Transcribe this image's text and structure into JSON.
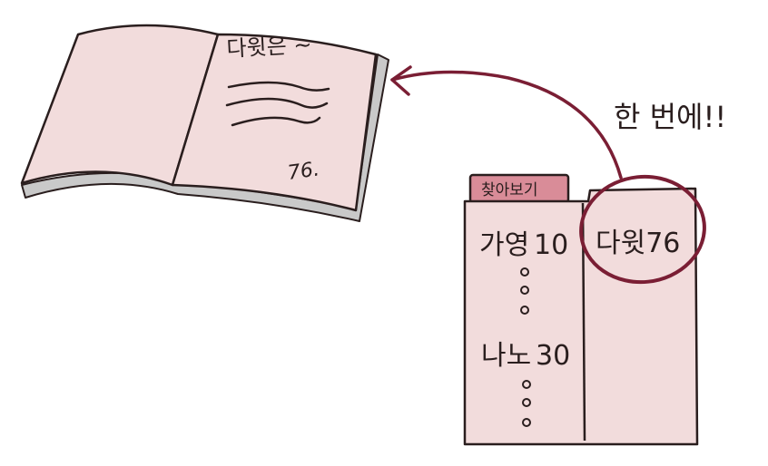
{
  "book": {
    "heading": "다윗은 ~",
    "page_number": "76."
  },
  "index": {
    "tab_label": "찾아보기",
    "entries": [
      {
        "name": "가영",
        "page": "10"
      },
      {
        "name": "나노",
        "page": "30"
      }
    ],
    "highlighted_entry": "다윗76"
  },
  "callout": "한 번에!!",
  "colors": {
    "paper_pink": "#f2dcdc",
    "book_edge_gray": "#c9c9c9",
    "tab_pink": "#d98c98",
    "arrow_maroon": "#7a1e34",
    "ink": "#2a1e1e"
  }
}
